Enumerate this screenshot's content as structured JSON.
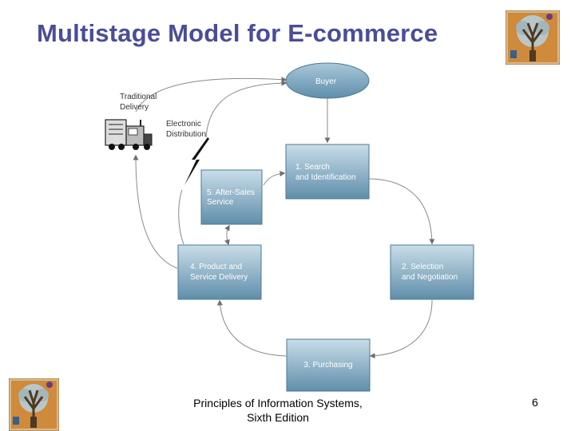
{
  "title": "Multistage Model for E-commerce",
  "diagram": {
    "buyer": "Buyer",
    "stage1": [
      "1. Search",
      "and Identification"
    ],
    "stage2": [
      "2. Selection",
      "and Negotiation"
    ],
    "stage3": [
      "3. Purchasing"
    ],
    "stage4": [
      "4. Product and",
      "Service Delivery"
    ],
    "stage5": [
      "5. After-Sales",
      "Service"
    ],
    "traditional_delivery": [
      "Traditional",
      "Delivery"
    ],
    "electronic_distribution": [
      "Electronic",
      "Distribution"
    ]
  },
  "footer": {
    "line1": "Principles of Information Systems,",
    "line2": "Sixth Edition",
    "page_number": "6"
  },
  "colors": {
    "title": "#4a4d96",
    "box_top": "#c9dde9",
    "box_bottom": "#5f8eaa",
    "arrow": "#7a7a7a"
  }
}
